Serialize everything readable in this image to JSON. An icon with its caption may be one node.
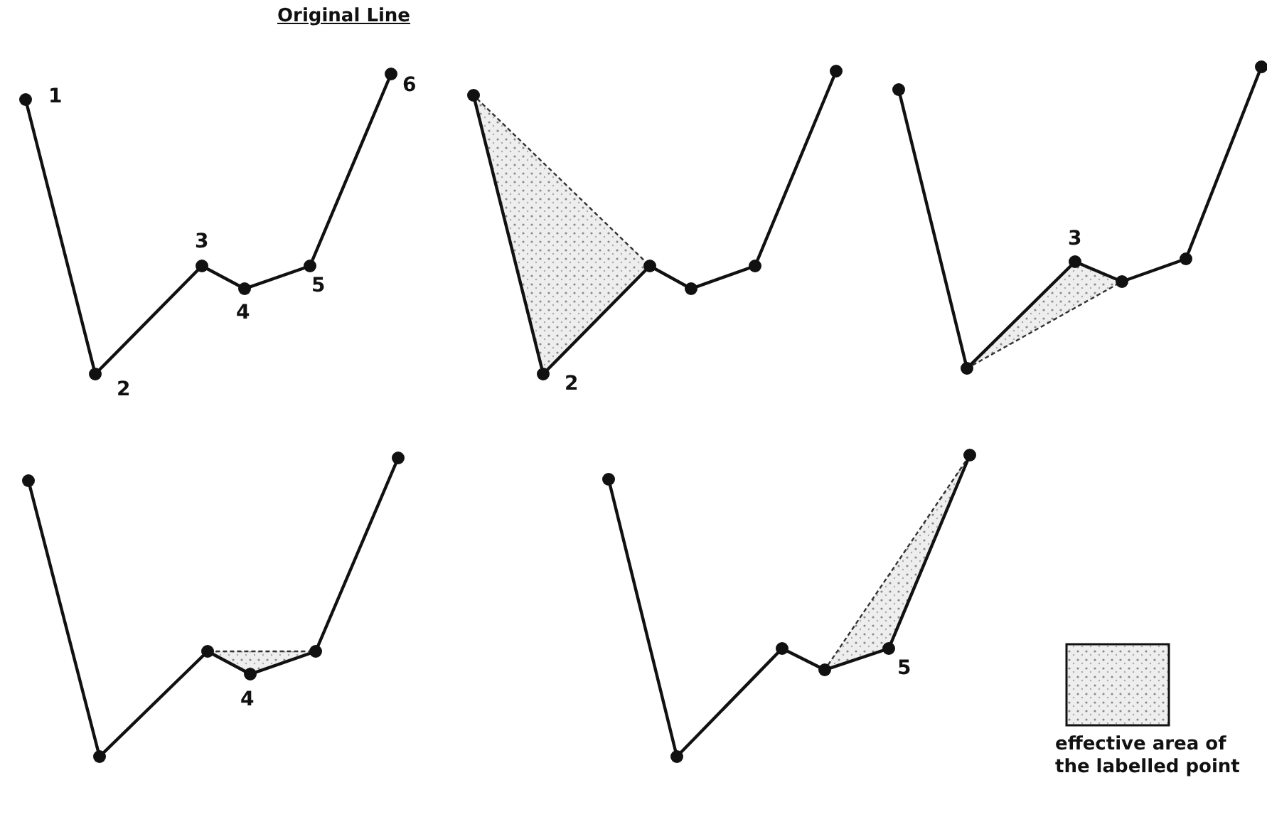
{
  "diagram": {
    "title": "Original Line",
    "labels": [
      "1",
      "2",
      "3",
      "4",
      "5",
      "6",
      "2",
      "3",
      "4",
      "5"
    ],
    "legend": [
      {
        "text": "effective area of the labelled point"
      }
    ]
  }
}
